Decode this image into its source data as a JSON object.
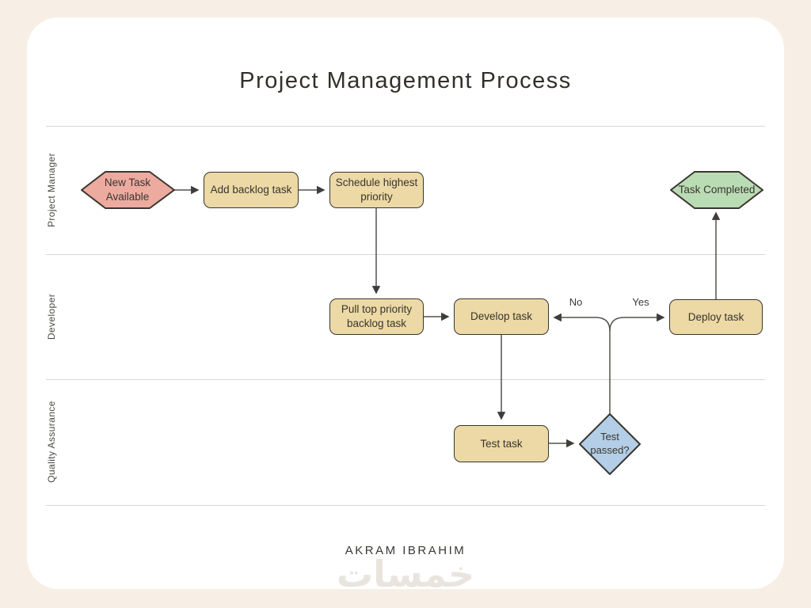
{
  "title": "Project Management Process",
  "lanes": [
    {
      "label": "Project Manager"
    },
    {
      "label": "Developer"
    },
    {
      "label": "Quality Assurance"
    }
  ],
  "nodes": {
    "new_task": {
      "label": "New Task Available",
      "type": "start-hexagon"
    },
    "add_backlog": {
      "label": "Add backlog task",
      "type": "process"
    },
    "schedule": {
      "label": "Schedule highest priority",
      "type": "process"
    },
    "task_completed": {
      "label": "Task Completed",
      "type": "end-hexagon"
    },
    "pull_top": {
      "label": "Pull top priority backlog task",
      "type": "process"
    },
    "develop": {
      "label": "Develop task",
      "type": "process"
    },
    "deploy": {
      "label": "Deploy task",
      "type": "process"
    },
    "test_task": {
      "label": "Test task",
      "type": "process"
    },
    "test_passed": {
      "label": "Test passed?",
      "type": "decision"
    }
  },
  "edge_labels": {
    "no": "No",
    "yes": "Yes"
  },
  "footer": {
    "author": "AKRAM IBRAHIM",
    "watermark": "خمسات"
  },
  "colors": {
    "background": "#f7efe5",
    "card": "#ffffff",
    "process_fill": "#ecd9a5",
    "start_fill": "#edaba0",
    "end_fill": "#b9dcb4",
    "decision_fill": "#b3cee6",
    "node_border": "#3a362f",
    "connector": "#54524e",
    "arrowhead": "#3f3d39",
    "lane_line": "#d9d6d2",
    "node_text": "#3a352e"
  }
}
